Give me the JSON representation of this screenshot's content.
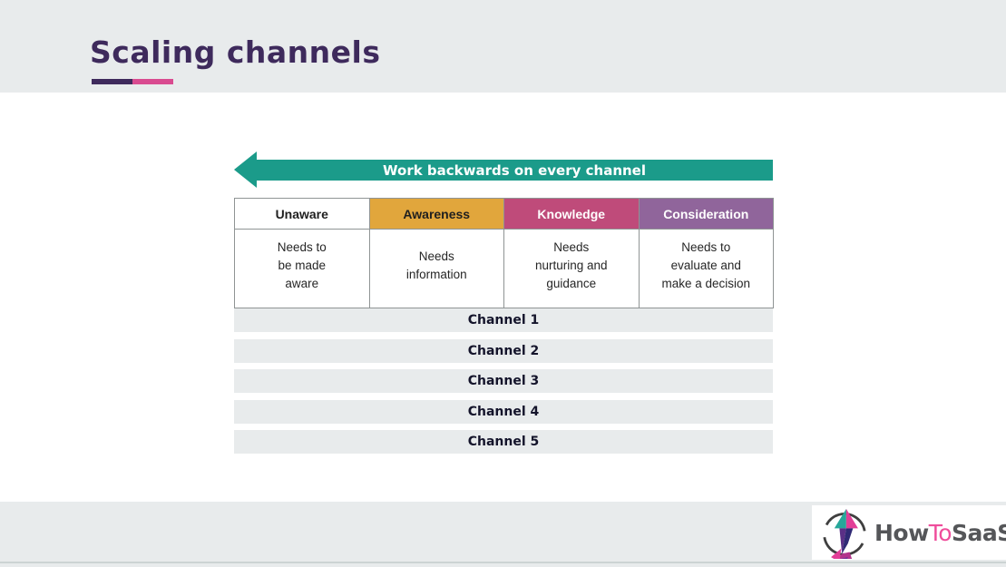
{
  "header": {
    "title": "Scaling channels"
  },
  "funnel": {
    "arrow_label": "Work backwards on every channel",
    "stages": [
      {
        "name": "Unaware",
        "need": "Needs to\nbe made\naware",
        "header_bg": "#ffffff",
        "header_fg": "#1f1f1f"
      },
      {
        "name": "Awareness",
        "need": "Needs\ninformation",
        "header_bg": "#e1a63c",
        "header_fg": "#1f1f1f"
      },
      {
        "name": "Knowledge",
        "need": "Needs\nnurturing and\nguidance",
        "header_bg": "#bf4b7a",
        "header_fg": "#ffffff"
      },
      {
        "name": "Consideration",
        "need": "Needs to\nevaluate and\nmake a decision",
        "header_bg": "#90659b",
        "header_fg": "#ffffff"
      }
    ]
  },
  "channels": [
    "Channel 1",
    "Channel 2",
    "Channel 3",
    "Channel 4",
    "Channel 5"
  ],
  "footer": {
    "logo": {
      "part1": "How",
      "part2": "To",
      "part3": "SaaS"
    }
  },
  "colors": {
    "title_purple": "#3e2a5c",
    "underline_dark": "#3e2a5c",
    "underline_pink": "#d94b90",
    "arrow_teal": "#1b9b8a",
    "stage_gold": "#e1a63c",
    "stage_magenta": "#bf4b7a",
    "stage_purple": "#90659b",
    "band_gray": "#e8ebec",
    "logo_pink": "#ef4d9b",
    "logo_charcoal": "#555659"
  }
}
